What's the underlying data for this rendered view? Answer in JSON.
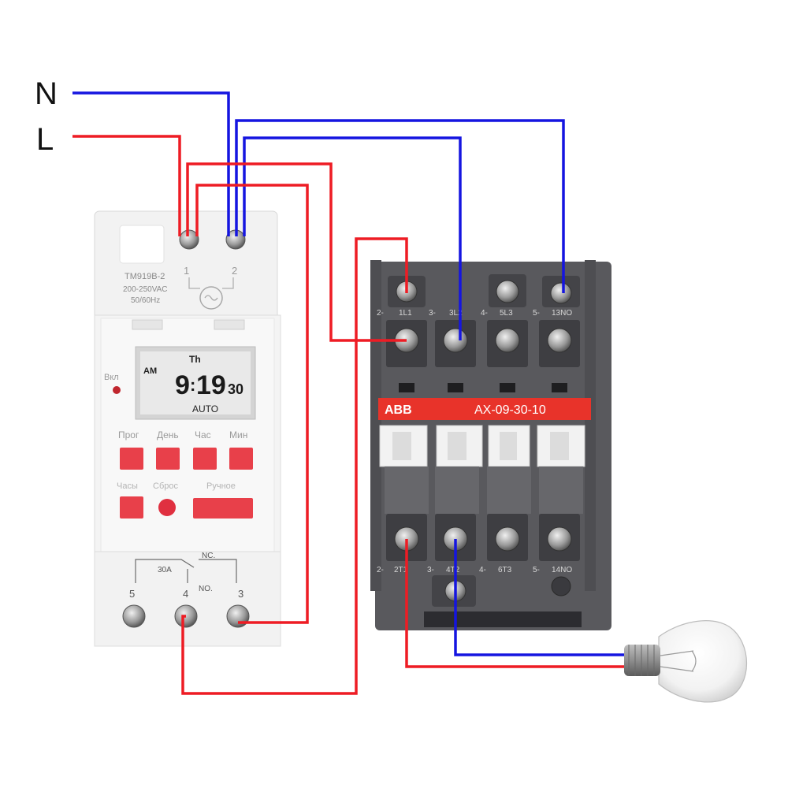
{
  "power_labels": {
    "neutral": "N",
    "line": "L"
  },
  "timer": {
    "model": "TM919B-2",
    "voltage": "200-250VAC",
    "frequency": "50/60Hz",
    "terminal_top_left": "1",
    "terminal_top_right": "2",
    "indicator_label": "Вкл",
    "display": {
      "ampm": "AM",
      "day": "Th",
      "hours": "9",
      "minutes": "19",
      "seconds": "30",
      "mode": "AUTO"
    },
    "button_labels_top": [
      "Прог",
      "День",
      "Час",
      "Мин"
    ],
    "button_labels_bottom": [
      "Часы",
      "Сброс",
      "Ручное"
    ],
    "relay_rating": "30A",
    "relay_nc": "NC.",
    "relay_no": "NO.",
    "terminals_bottom": [
      "5",
      "4",
      "3"
    ]
  },
  "contactor": {
    "brand": "ABB",
    "model": "AX-09-30-10",
    "top_terminals": [
      "1L1",
      "3L2",
      "5L3",
      "13NO"
    ],
    "top_prefixes": [
      "2-",
      "3-",
      "4-",
      "5-"
    ],
    "bottom_terminals": [
      "2T1",
      "4T2",
      "6T3",
      "14NO"
    ],
    "bottom_prefixes": [
      "2-",
      "3-",
      "4-",
      "5-"
    ]
  },
  "colors": {
    "neutral_wire": "#1515e0",
    "line_wire": "#ee1c24",
    "timer_body": "#f2f2f2",
    "timer_button": "#e8404a",
    "contactor_body": "#5b5b5f",
    "abb_band": "#e8332a"
  }
}
